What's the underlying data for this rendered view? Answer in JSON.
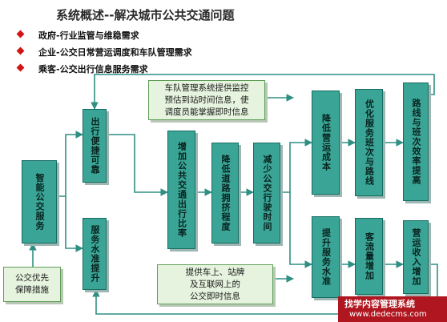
{
  "title": "系统概述--解决城市公共交通问题",
  "bullets": [
    "政府-行业监管与维稳需求",
    "企业-公交日常营运调度和车队管理需求",
    "乘客-公交出行信息服务需求"
  ],
  "nodes": {
    "smart_service": "智能公交服务",
    "priority_measures": [
      "公交优先",
      "保障措施"
    ],
    "convenient_travel": "出行便捷可靠",
    "service_level": "服务水准提升",
    "increase_share": "增加公共交通出行比率",
    "reduce_congestion": "降低道路拥挤程度",
    "reduce_travel_time": "减少公交行驶时间",
    "reduce_cost": "降低营运成本",
    "optimize_routes": "优化服务班次与路线",
    "route_efficiency": "路线与班次效率提高",
    "improve_service": "提升服务水准",
    "passenger_increase": "客流量增加",
    "revenue_increase": "营运收入增加"
  },
  "notes": {
    "fleet_monitoring": [
      "车队管理系统提供监控",
      "预估到站时间信息，使",
      "调度员能掌握即时信息"
    ],
    "realtime_info": [
      "提供车上、站牌",
      "及互联网上的",
      "公交即时信息"
    ]
  },
  "watermark": {
    "line1": "找学内容管理系统",
    "line2": "www.dedecms.com"
  },
  "colors": {
    "box_fill": "#3aa596",
    "note_fill": "#e6f4df",
    "arrow": "#2f8f83",
    "bullet": "#d21414"
  }
}
